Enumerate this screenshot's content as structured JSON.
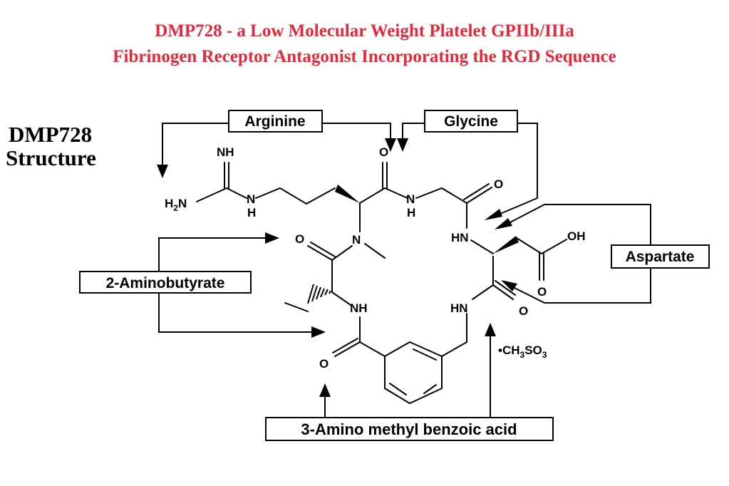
{
  "title_line1": "DMP728 - a Low Molecular Weight Platelet GPIIb/IIIa",
  "title_line2": "Fibrinogen Receptor Antagonist Incorporating the RGD Sequence",
  "side_title_line1": "DMP728",
  "side_title_line2": "Structure",
  "labels": {
    "arginine": "Arginine",
    "glycine": "Glycine",
    "aspartate": "Aspartate",
    "aminobutyrate": "2-Aminobutyrate",
    "benzoic": "3-Amino methyl benzoic acid"
  },
  "atoms": {
    "nh_top": "NH",
    "h2n": "H",
    "h2n_sub": "2",
    "h2n_n": "N",
    "nh1_n": "N",
    "nh1_h": "H",
    "o_arg": "O",
    "nh2_n": "N",
    "nh2_h": "H",
    "o_gly": "O",
    "hn_asp": "HN",
    "oh": "OH",
    "o_acid": "O",
    "o_left": "O",
    "n_methyl": "N",
    "nh_abu": "NH",
    "hn_benz": "HN",
    "o_asp": "O",
    "o_bottom": "O",
    "salt_prefix": "•CH",
    "salt_sub1": "3",
    "salt_mid": "SO",
    "salt_sub2": "3"
  },
  "colors": {
    "title": "#e8283a",
    "text": "#000000"
  }
}
